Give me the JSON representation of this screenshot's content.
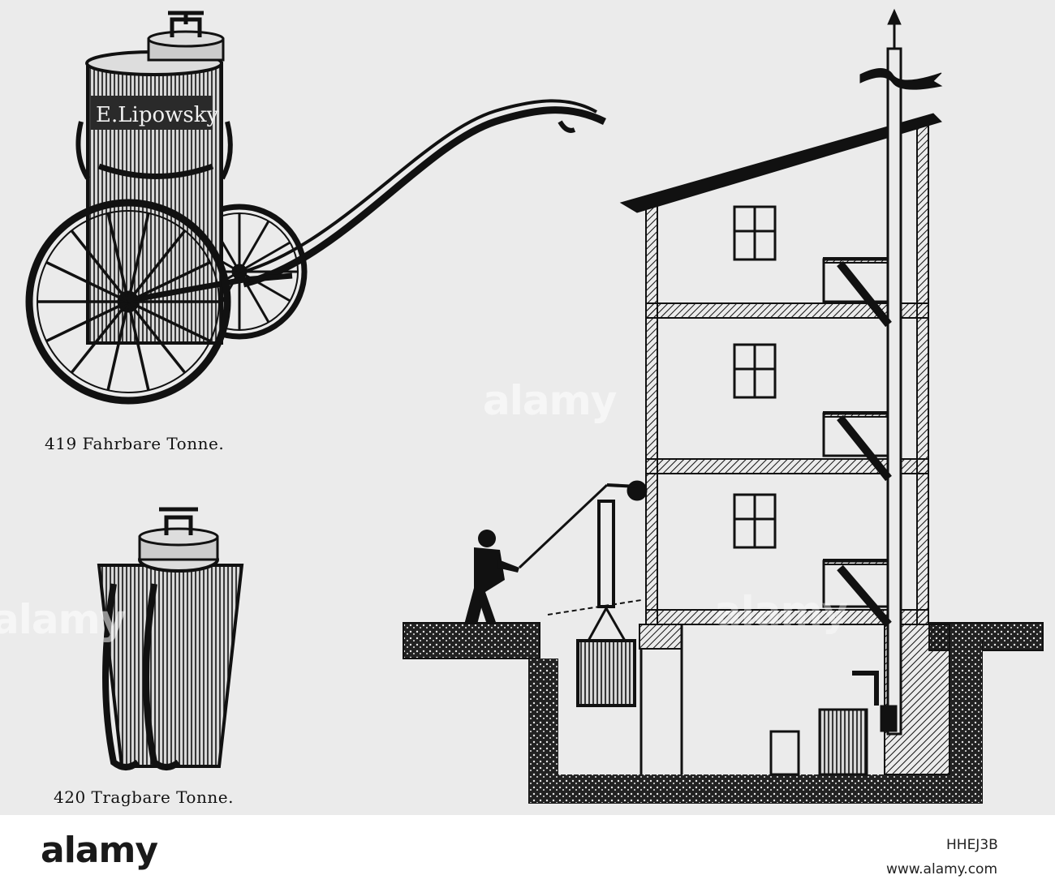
{
  "plate": {
    "caption_419": "419 Fahrbare Tonne.",
    "caption_420": "420 Tragbare Tonne.",
    "barrel_inscription": "E.Lipowsky",
    "watermark": "alamy"
  },
  "footer": {
    "logo": "alamy",
    "image_id": "HHEJ3B",
    "url": "www.alamy.com"
  },
  "colors": {
    "plate_background": "#ebebeb",
    "ink": "#111111",
    "footer_background": "#ffffff"
  }
}
